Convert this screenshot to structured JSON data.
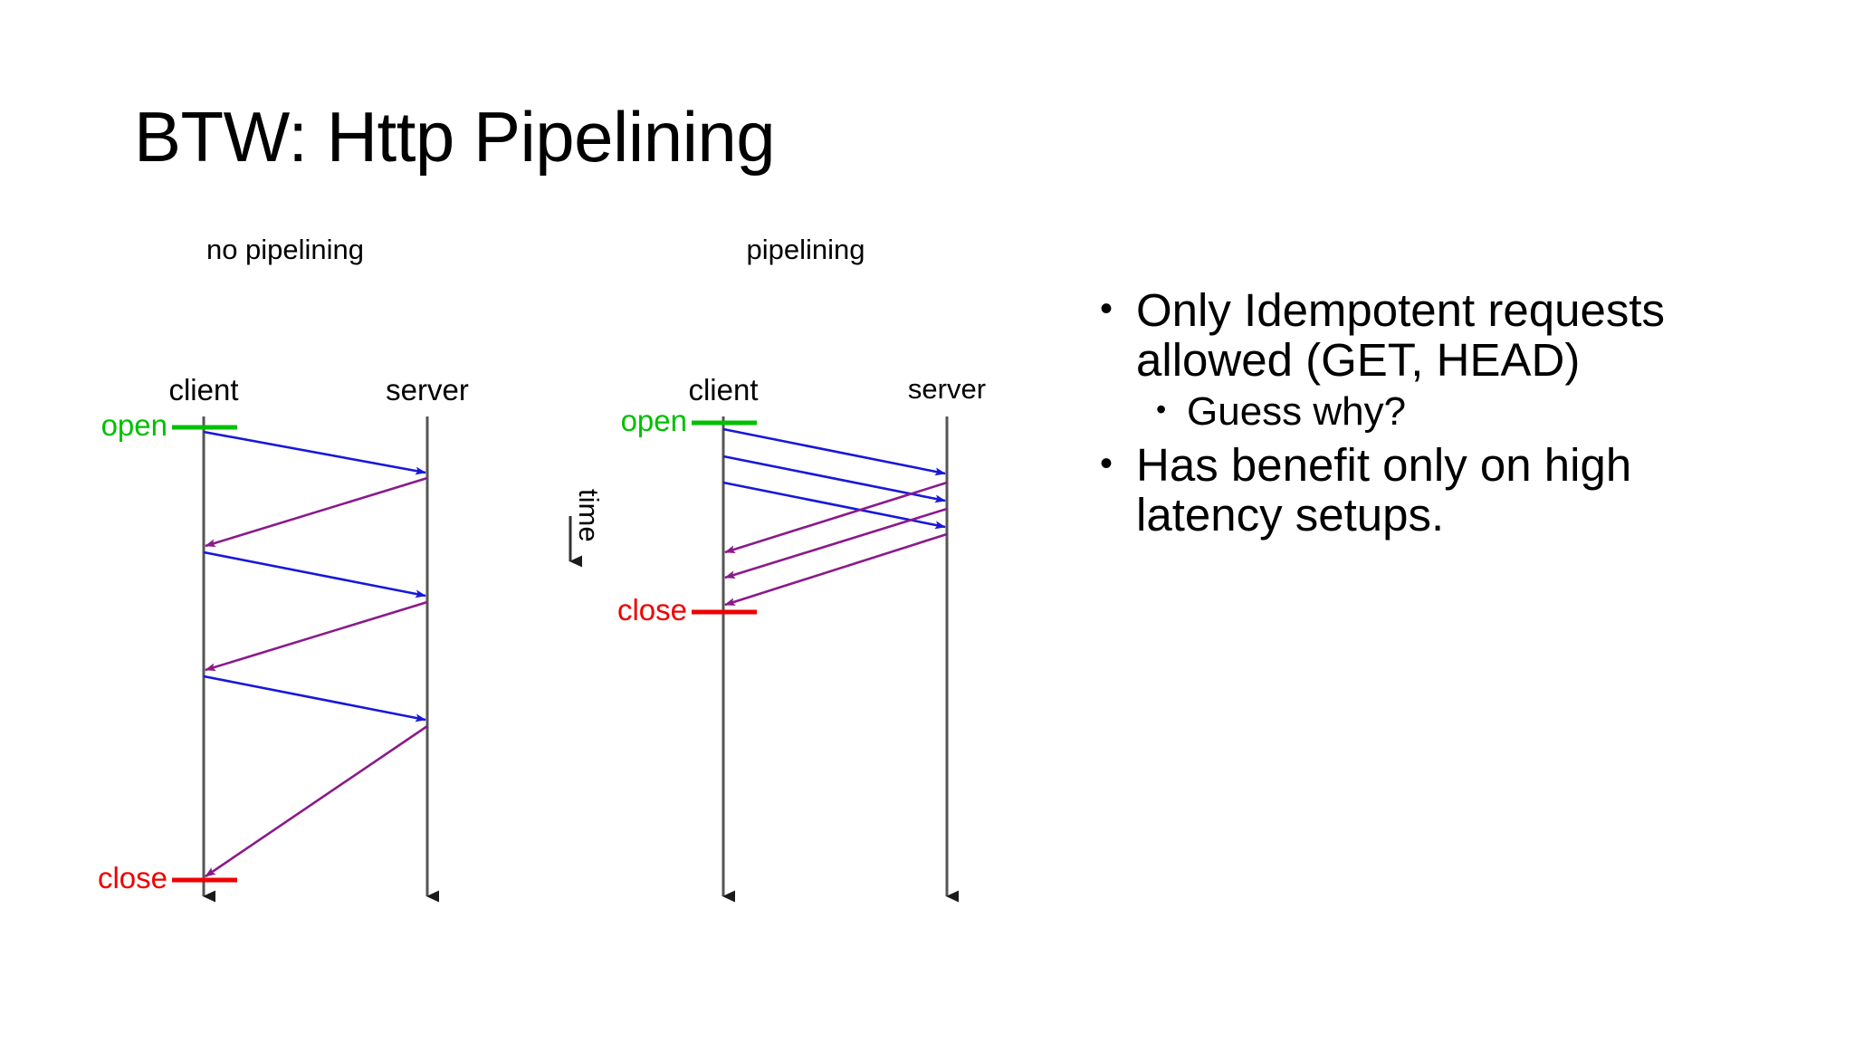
{
  "slide": {
    "title": "BTW: Http Pipelining",
    "background_color": "#ffffff"
  },
  "colors": {
    "lifeline": "#555555",
    "request_arrow": "#1818d8",
    "response_arrow": "#8b1a8b",
    "open_label": "#00c000",
    "close_label": "#ee0000",
    "text": "#000000"
  },
  "diagram": {
    "time_axis": {
      "label": "time",
      "orientation": "vertical-down"
    },
    "panels": [
      {
        "id": "no-pipelining",
        "heading": "no pipelining",
        "client_label": "client",
        "server_label": "server",
        "open_label": "open",
        "close_label": "close",
        "exchanges": [
          {
            "request_label": "",
            "response_label": ""
          },
          {
            "request_label": "",
            "response_label": ""
          },
          {
            "request_label": "",
            "response_label": ""
          }
        ],
        "request_count": 3,
        "response_count": 3
      },
      {
        "id": "pipelining",
        "heading": "pipelining",
        "client_label": "client",
        "server_label": "server",
        "open_label": "open",
        "close_label": "close",
        "exchanges": [
          {
            "request_label": "",
            "response_label": ""
          },
          {
            "request_label": "",
            "response_label": ""
          },
          {
            "request_label": "",
            "response_label": ""
          }
        ],
        "request_count": 3,
        "response_count": 3
      }
    ]
  },
  "bullets": {
    "marker_glyph": "•",
    "items": [
      {
        "level": 1,
        "text": "Only Idempotent requests allowed (GET, HEAD)"
      },
      {
        "level": 2,
        "text": "Guess why?"
      },
      {
        "level": 1,
        "text": "Has benefit only on high latency setups."
      }
    ]
  }
}
